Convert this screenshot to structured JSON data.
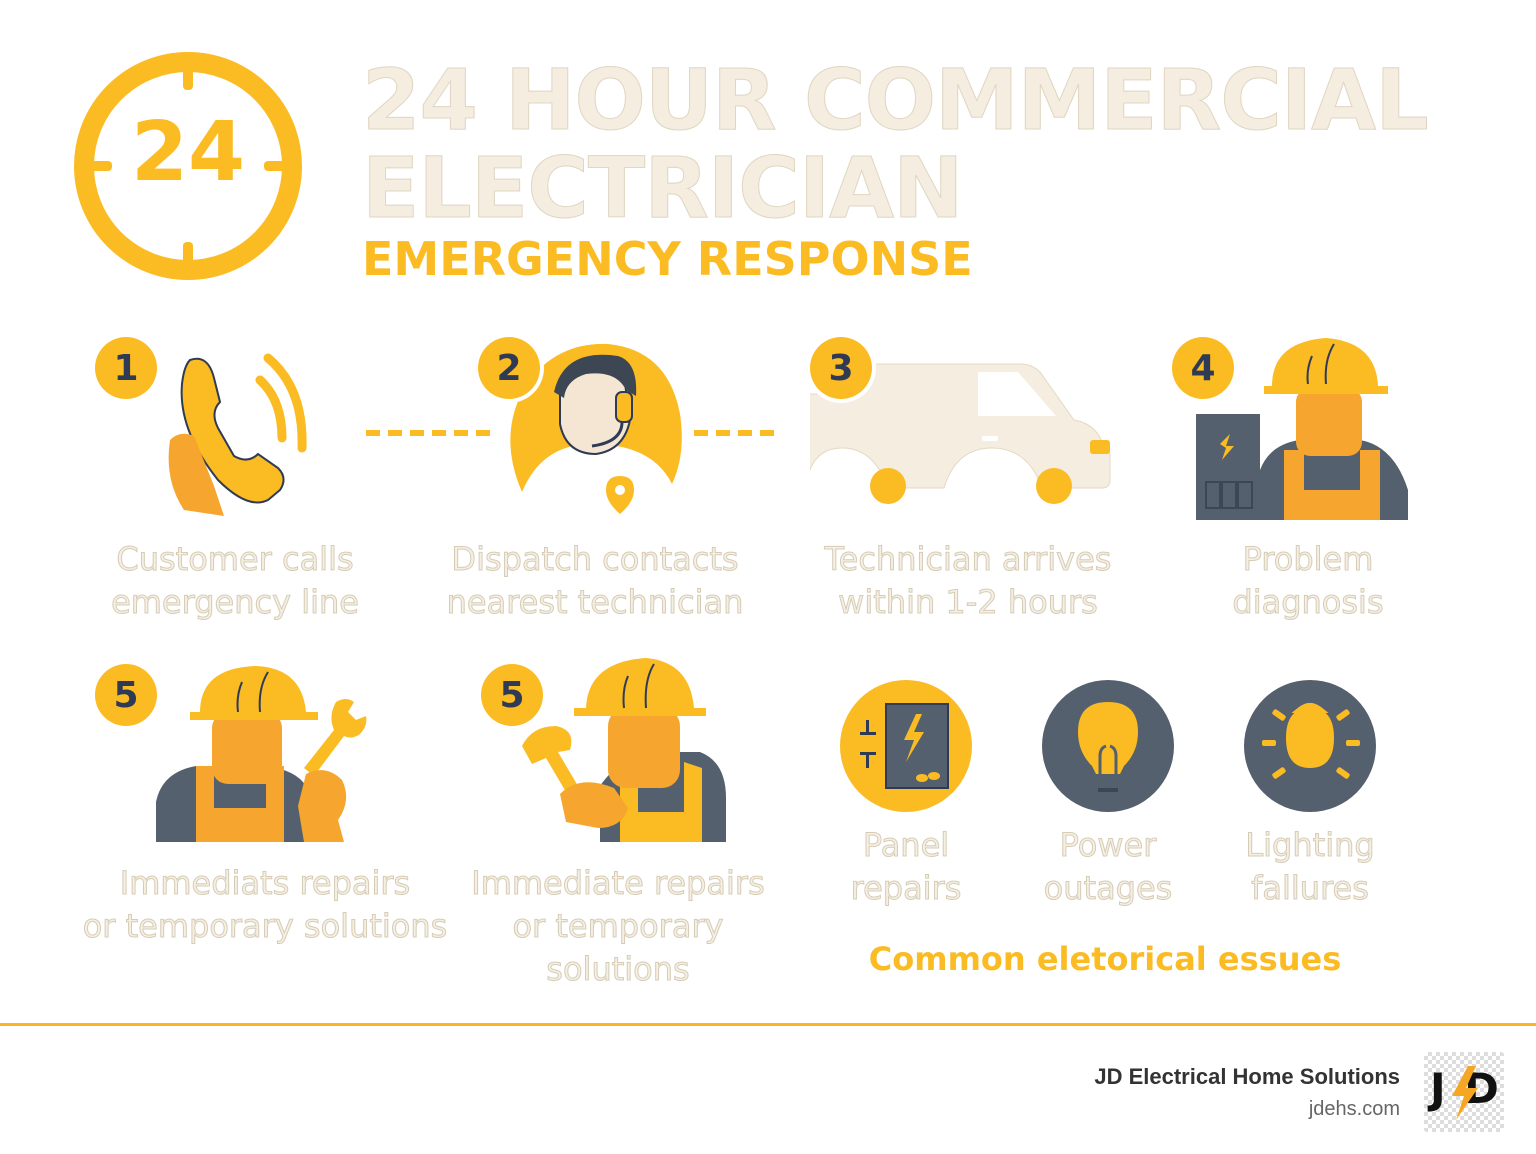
{
  "header": {
    "clock_number": "24",
    "title_line1": "24 HOUR COMMERCIAL",
    "title_line2": "ELECTRICIAN",
    "subtitle": "EMERGENCY RESPONSE"
  },
  "steps": [
    {
      "number": "1",
      "icon": "phone-call-icon",
      "caption_line1": "Customer calls",
      "caption_line2": "emergency line"
    },
    {
      "number": "2",
      "icon": "dispatcher-headset-icon",
      "caption_line1": "Dispatch contacts",
      "caption_line2": "nearest technician"
    },
    {
      "number": "3",
      "icon": "van-icon",
      "caption_line1": "Technician arrives",
      "caption_line2": "within 1-2 hours"
    },
    {
      "number": "4",
      "icon": "electrician-panel-icon",
      "caption_line1": "Problem",
      "caption_line2": "diagnosis"
    },
    {
      "number": "5",
      "icon": "electrician-wrench-icon",
      "caption_line1": "Immediats repairs",
      "caption_line2": "or temporary solutions"
    },
    {
      "number": "5",
      "icon": "electrician-hammer-icon",
      "caption_line1": "Immediate repairs",
      "caption_line2": "or temporary",
      "caption_line3": "solutions"
    }
  ],
  "issues": {
    "title": "Common eletorical essues",
    "items": [
      {
        "icon": "panel-icon",
        "line1": "Panel",
        "line2": "repairs"
      },
      {
        "icon": "lightbulb-icon",
        "line1": "Power",
        "line2": "outages"
      },
      {
        "icon": "glowing-bulb-icon",
        "line1": "Lighting",
        "line2": "fallures"
      }
    ]
  },
  "footer": {
    "company": "JD Electrical Home Solutions",
    "url": "jdehs.com",
    "logo_text_left": "J",
    "logo_text_right": "D"
  },
  "colors": {
    "accent_yellow": "#fbbb22",
    "slate": "#55606e",
    "cream": "#f4ede0",
    "skin": "#f6a52e"
  }
}
